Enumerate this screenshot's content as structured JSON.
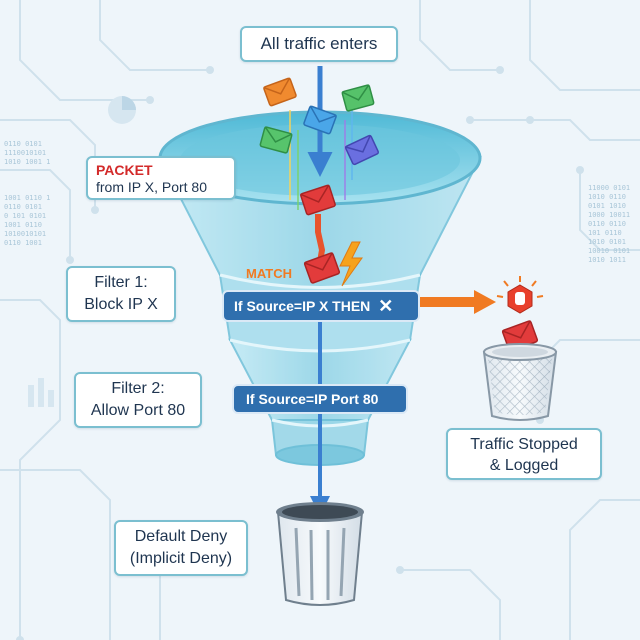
{
  "top_label": "All traffic enters",
  "packet_label": {
    "title": "PACKET",
    "detail": "from IP X, Port 80"
  },
  "match_label": "MATCH",
  "filter1": {
    "label_line1": "Filter 1:",
    "label_line2": "Block IP X",
    "rule": "If Source=IP X THEN"
  },
  "filter2": {
    "label_line1": "Filter 2:",
    "label_line2": "Allow Port 80",
    "rule": "If Source=IP Port 80"
  },
  "blocked_outcome": {
    "line1": "Traffic Stopped",
    "line2": "& Logged"
  },
  "default_outcome": {
    "line1": "Default Deny",
    "line2": "(Implicit Deny)"
  },
  "binary_left": "0110 0101\n1110010101\n1010 1001 1\n\n\n\n1001 0110 1\n0110 0101\n0 101 0101\n1001 0110\n1010010101\n0110 1001",
  "binary_right": "11000 0101\n1010 0110\n0101 1010\n1000 10011\n0110 0110\n101 0110\n1010 0101\n10010 0101\n1010 1011",
  "colors": {
    "background": "#eef5fa",
    "funnel": "#8fd3e6",
    "rule_bar": "#2f6fae",
    "flow_arrow": "#3a7fd0",
    "match_arrow": "#e8532c",
    "block_arrow": "#f07a22",
    "packet_red": "#e23b3b",
    "label_text": "#1f3550"
  }
}
